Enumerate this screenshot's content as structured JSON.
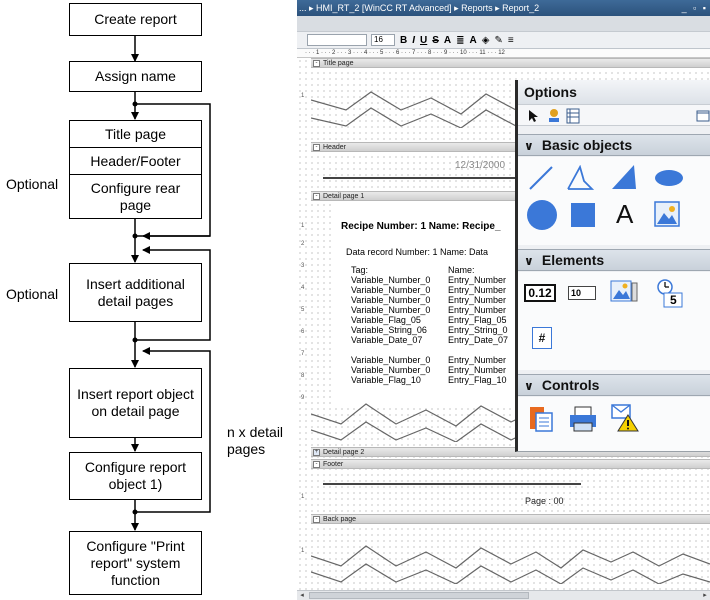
{
  "flowchart": {
    "boxes": {
      "create_report": "Create report",
      "assign_name": "Assign name",
      "title_page": "Title page",
      "header_footer": "Header/Footer",
      "configure_rear_page": "Configure rear page",
      "insert_additional_detail_pages": "Insert additional detail pages",
      "insert_report_object": "Insert report object on detail page",
      "configure_report_object": "Configure report object 1)",
      "configure_print_report": "Configure \"Print report\" system function"
    },
    "labels": {
      "optional_1": "Optional",
      "optional_2": "Optional",
      "n_detail_pages": "n x detail pages"
    }
  },
  "editor": {
    "titlebar": "... ▸ HMI_RT_2 [WinCC RT Advanced] ▸ Reports ▸ Report_2",
    "titlebar_buttons": "_ ▫ ▪",
    "toolbar_font_size": "16",
    "ruler": "· · · 1 · · · 2 · · · 3 · · · 4 · · · 5 · · · 6 · · · 7 · · · 8 · · · 9 · · · 10 · · · 11 · · · 12",
    "sections": {
      "title_page": "Title page",
      "header": "Header",
      "detail_page_1": "Detail page 1",
      "detail_page_2": "Detail page 2",
      "footer": "Footer",
      "back_page": "Back page"
    },
    "header_date": "12/31/2000",
    "report": {
      "title": "Recipe Number: 1 Name: Recipe_",
      "record": "Data record Number: 1 Name: Data",
      "tag_header": "Tag:",
      "name_header": "Name:",
      "tags": [
        "Variable_Number_0",
        "Variable_Number_0",
        "Variable_Number_0",
        "Variable_Number_0",
        "Variable_Flag_05",
        "Variable_String_06",
        "Variable_Date_07",
        "",
        "Variable_Number_0",
        "Variable_Number_0",
        "Variable_Flag_10"
      ],
      "names": [
        "Entry_Number",
        "Entry_Number",
        "Entry_Number",
        "Entry_Number",
        "Entry_Flag_05",
        "Entry_String_0",
        "Entry_Date_07",
        "",
        "Entry_Number",
        "Entry_Number",
        "Entry_Flag_10"
      ]
    },
    "footer_page": "Page : 00"
  },
  "options": {
    "title": "Options",
    "sections": {
      "basic_objects": "Basic objects",
      "elements": "Elements",
      "controls": "Controls"
    },
    "element_labels": {
      "io_field": "0.12",
      "symbolic_io": "10",
      "date_time_digit": "5",
      "hash": "#"
    },
    "basic_text_glyph": "A",
    "chevron": "∨"
  },
  "colors": {
    "panel_bg": "#eef0f3",
    "section_bg": "#c9d1da",
    "icon_blue": "#3b78d8",
    "titlebar": "#2c527c"
  }
}
